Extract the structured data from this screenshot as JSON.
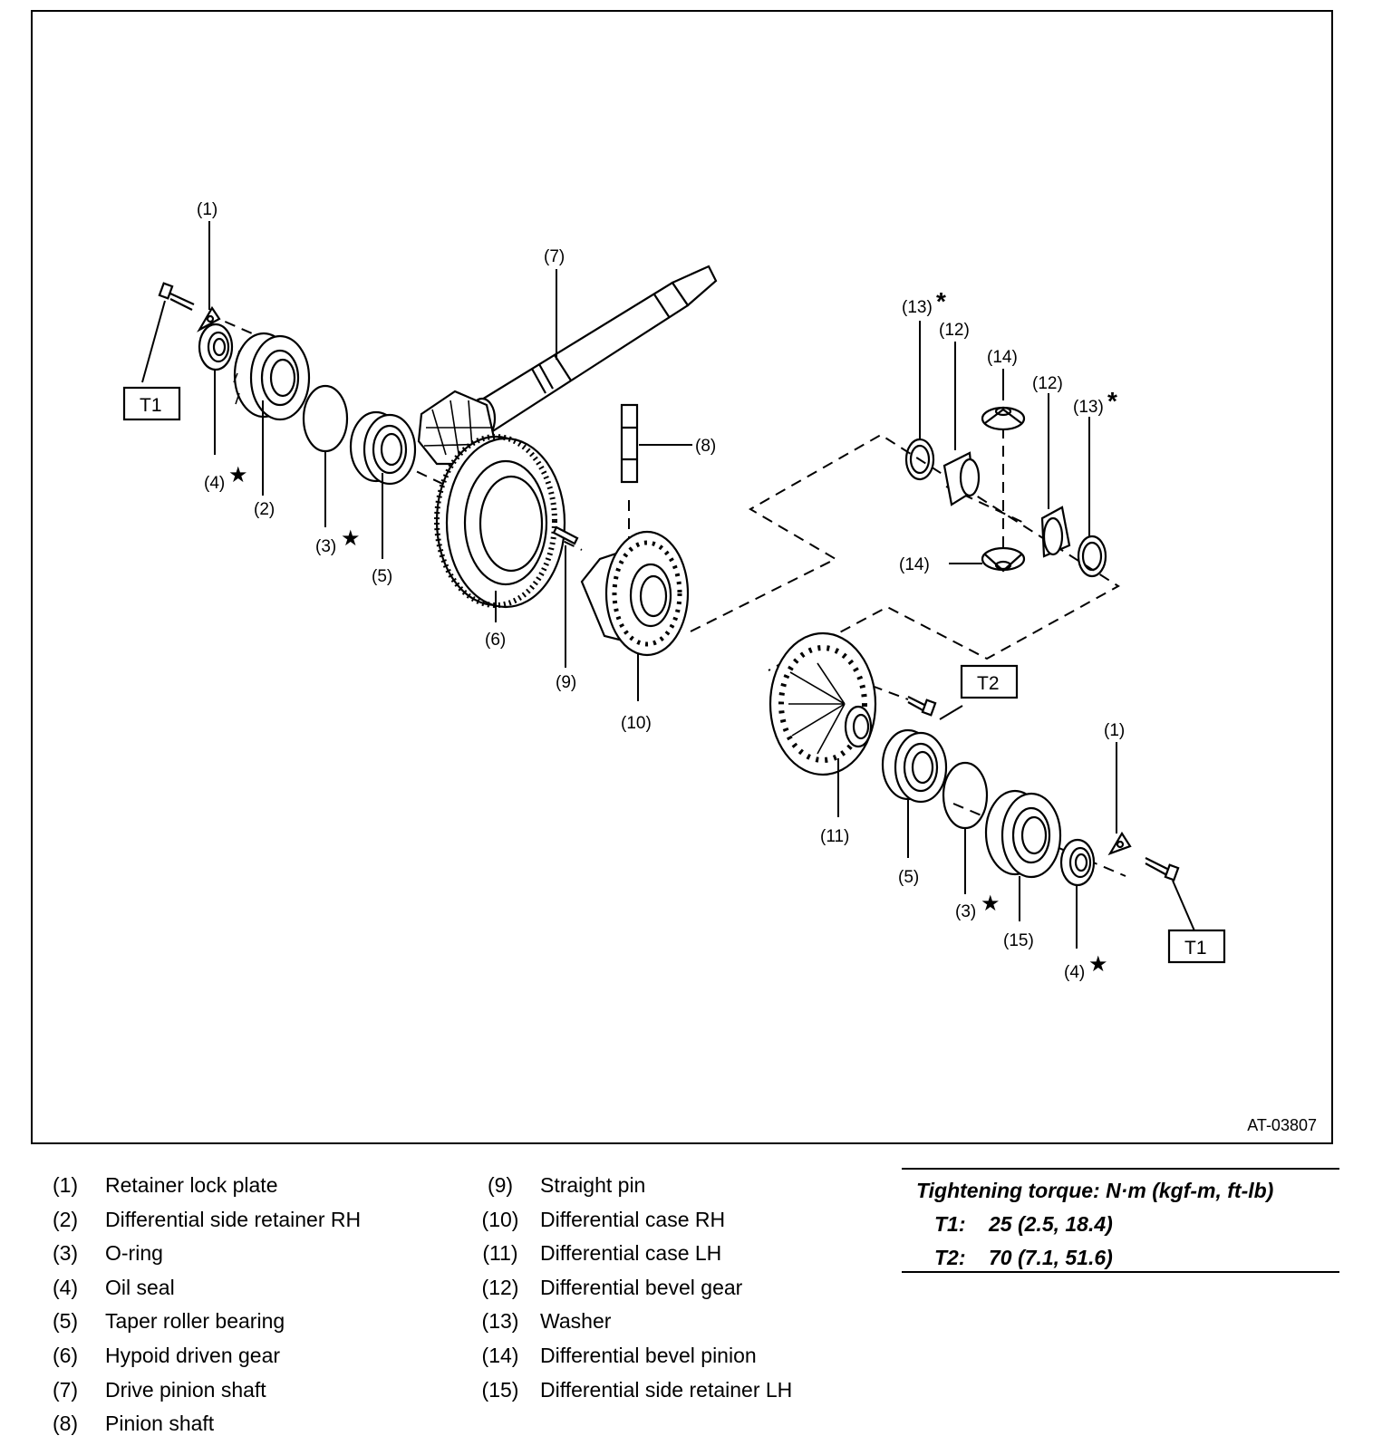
{
  "figure": {
    "id": "AT-03807",
    "callouts": {
      "c1": "(1)",
      "c2": "(2)",
      "c3": "(3)",
      "c4": "(4)",
      "c5": "(5)",
      "c6": "(6)",
      "c7": "(7)",
      "c8": "(8)",
      "c9": "(9)",
      "c10": "(10)",
      "c11": "(11)",
      "c12": "(12)",
      "c13": "(13)",
      "c14": "(14)",
      "c15": "(15)"
    },
    "torque_tags": {
      "t1": "T1",
      "t2": "T2"
    },
    "symbols": {
      "star": "★",
      "asterisk": "*"
    }
  },
  "legend": {
    "items": [
      {
        "num": "(1)",
        "name": "Retainer lock plate"
      },
      {
        "num": "(2)",
        "name": "Differential side retainer RH"
      },
      {
        "num": "(3)",
        "name": "O-ring"
      },
      {
        "num": "(4)",
        "name": "Oil seal"
      },
      {
        "num": "(5)",
        "name": "Taper roller bearing"
      },
      {
        "num": "(6)",
        "name": "Hypoid driven gear"
      },
      {
        "num": "(7)",
        "name": "Drive pinion shaft"
      },
      {
        "num": "(8)",
        "name": "Pinion shaft"
      },
      {
        "num": "(9)",
        "name": "Straight pin"
      },
      {
        "num": "(10)",
        "name": "Differential case RH"
      },
      {
        "num": "(11)",
        "name": "Differential case LH"
      },
      {
        "num": "(12)",
        "name": "Differential bevel gear"
      },
      {
        "num": "(13)",
        "name": "Washer"
      },
      {
        "num": "(14)",
        "name": "Differential bevel pinion"
      },
      {
        "num": "(15)",
        "name": "Differential side retainer LH"
      }
    ]
  },
  "torque": {
    "title": "Tightening torque: N·m (kgf-m, ft-lb)",
    "rows": [
      {
        "key": "T1:",
        "value": "25 (2.5, 18.4)"
      },
      {
        "key": "T2:",
        "value": "70 (7.1, 51.6)"
      }
    ]
  }
}
